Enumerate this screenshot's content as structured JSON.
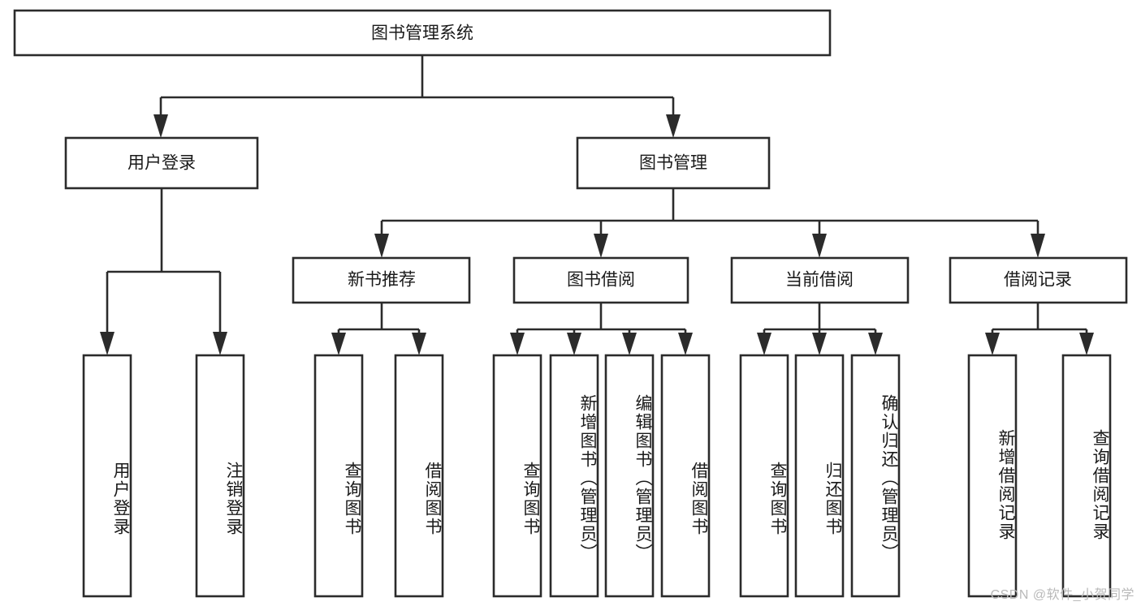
{
  "diagram": {
    "type": "tree-hierarchy",
    "title": "图书管理系统",
    "orientation": "top-down",
    "colors": {
      "box_fill": "#ffffff",
      "box_stroke": "#2b2b2b",
      "text": "#1a1a1a",
      "watermark": "#b9b9b9",
      "background": "#ffffff"
    },
    "root": {
      "label": "图书管理系统"
    },
    "level2": [
      {
        "id": "user-login",
        "label": "用户登录"
      },
      {
        "id": "book-management",
        "label": "图书管理"
      }
    ],
    "level3": [
      {
        "id": "new-book-recommend",
        "label": "新书推荐",
        "parent": "book-management"
      },
      {
        "id": "book-borrow",
        "label": "图书借阅",
        "parent": "book-management"
      },
      {
        "id": "current-borrow",
        "label": "当前借阅",
        "parent": "book-management"
      },
      {
        "id": "borrow-record",
        "label": "借阅记录",
        "parent": "book-management"
      }
    ],
    "leaves": [
      {
        "id": "leaf-user-login",
        "label": "用户登录",
        "parent": "user-login"
      },
      {
        "id": "leaf-user-logout",
        "label": "注销登录",
        "parent": "user-login"
      },
      {
        "id": "leaf-query-book-1",
        "label": "查询图书",
        "parent": "new-book-recommend"
      },
      {
        "id": "leaf-borrow-book-1",
        "label": "借阅图书",
        "parent": "new-book-recommend"
      },
      {
        "id": "leaf-query-book-2",
        "label": "查询图书",
        "parent": "book-borrow"
      },
      {
        "id": "leaf-add-book",
        "label": "新增图书（管理员）",
        "parent": "book-borrow"
      },
      {
        "id": "leaf-edit-book",
        "label": "编辑图书（管理员）",
        "parent": "book-borrow"
      },
      {
        "id": "leaf-borrow-book-2",
        "label": "借阅图书",
        "parent": "book-borrow"
      },
      {
        "id": "leaf-query-book-3",
        "label": "查询图书",
        "parent": "current-borrow"
      },
      {
        "id": "leaf-return-book",
        "label": "归还图书",
        "parent": "current-borrow"
      },
      {
        "id": "leaf-confirm-return",
        "label": "确认归还（管理员）",
        "parent": "current-borrow"
      },
      {
        "id": "leaf-add-record",
        "label": "新增借阅记录",
        "parent": "borrow-record"
      },
      {
        "id": "leaf-query-record",
        "label": "查询借阅记录",
        "parent": "borrow-record"
      }
    ],
    "watermark": "CSDN @软件_小贺同学"
  }
}
